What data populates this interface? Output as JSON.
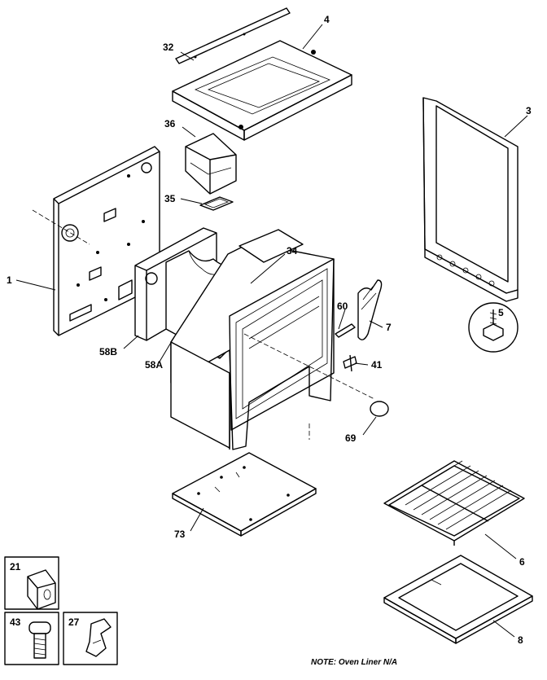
{
  "callouts": {
    "c1": "1",
    "c3": "3",
    "c4": "4",
    "c5": "5",
    "c6": "6",
    "c7": "7",
    "c8": "8",
    "c21": "21",
    "c27": "27",
    "c32": "32",
    "c34": "34",
    "c35": "35",
    "c36": "36",
    "c41": "41",
    "c43": "43",
    "c58a": "58A",
    "c58b": "58B",
    "c60": "60",
    "c69": "69",
    "c73": "73"
  },
  "note": "NOTE: Oven Liner N/A"
}
